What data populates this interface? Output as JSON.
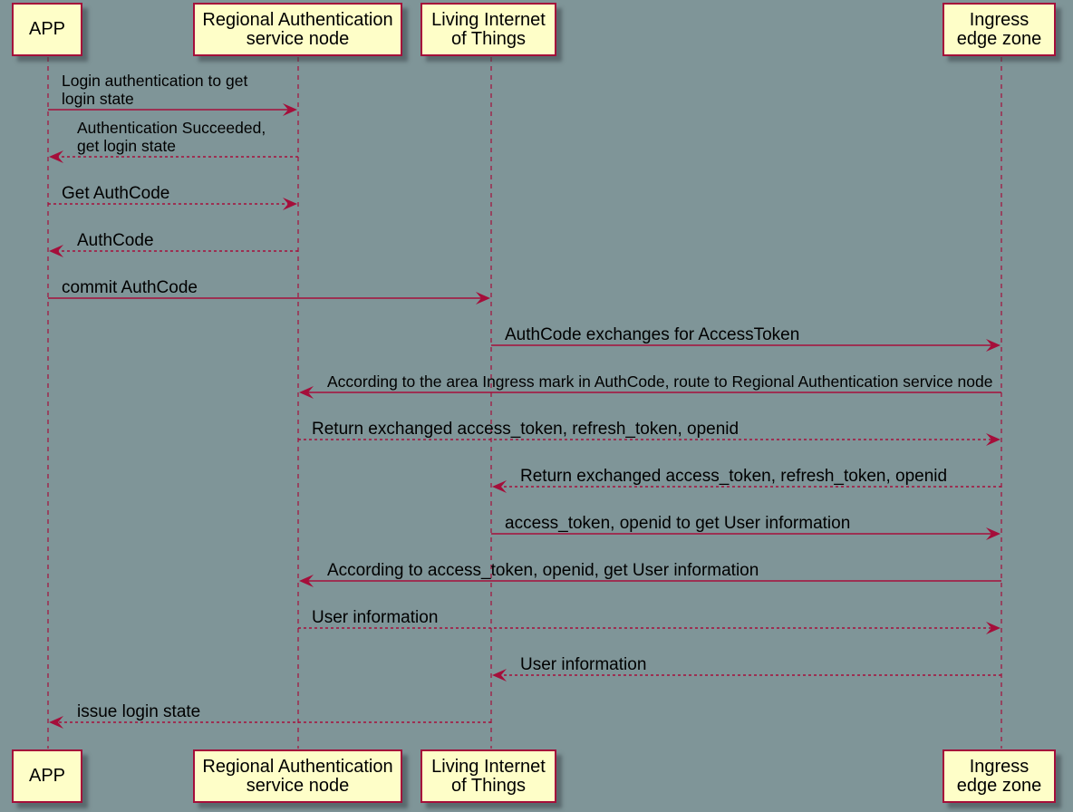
{
  "participants": [
    {
      "id": "app",
      "lines": [
        "APP"
      ]
    },
    {
      "id": "regional",
      "lines": [
        "Regional Authentication",
        "service node"
      ]
    },
    {
      "id": "iot",
      "lines": [
        "Living Internet",
        "of Things"
      ]
    },
    {
      "id": "ingress",
      "lines": [
        "Ingress",
        "edge zone"
      ]
    }
  ],
  "messages": [
    {
      "from": "app",
      "to": "regional",
      "style": "solid",
      "lines": [
        "Login authentication to get",
        "login state"
      ]
    },
    {
      "from": "regional",
      "to": "app",
      "style": "dashed",
      "lines": [
        "Authentication Succeeded,",
        "get login state"
      ]
    },
    {
      "from": "app",
      "to": "regional",
      "style": "dashed",
      "lines": [
        "Get AuthCode"
      ]
    },
    {
      "from": "regional",
      "to": "app",
      "style": "dashed",
      "lines": [
        "AuthCode"
      ]
    },
    {
      "from": "app",
      "to": "iot",
      "style": "solid",
      "lines": [
        "commit AuthCode"
      ]
    },
    {
      "from": "iot",
      "to": "ingress",
      "style": "solid",
      "lines": [
        "AuthCode exchanges for AccessToken"
      ]
    },
    {
      "from": "ingress",
      "to": "regional",
      "style": "solid",
      "lines": [
        "According to the area Ingress mark in AuthCode, route to Regional Authentication service node"
      ]
    },
    {
      "from": "regional",
      "to": "ingress",
      "style": "dashed",
      "lines": [
        "Return exchanged access_token, refresh_token, openid"
      ]
    },
    {
      "from": "ingress",
      "to": "iot",
      "style": "dashed",
      "lines": [
        "Return exchanged access_token, refresh_token, openid"
      ]
    },
    {
      "from": "iot",
      "to": "ingress",
      "style": "solid",
      "lines": [
        "access_token, openid to get User information"
      ]
    },
    {
      "from": "ingress",
      "to": "regional",
      "style": "solid",
      "lines": [
        "According to access_token, openid, get User information"
      ]
    },
    {
      "from": "regional",
      "to": "ingress",
      "style": "dashed",
      "lines": [
        "User information"
      ]
    },
    {
      "from": "ingress",
      "to": "iot",
      "style": "dashed",
      "lines": [
        "User information"
      ]
    },
    {
      "from": "iot",
      "to": "app",
      "style": "dashed",
      "lines": [
        "issue login state"
      ]
    }
  ],
  "colors": {
    "background": "#7f9598",
    "line": "#a50e3a",
    "participant_fill": "#fefec8"
  }
}
